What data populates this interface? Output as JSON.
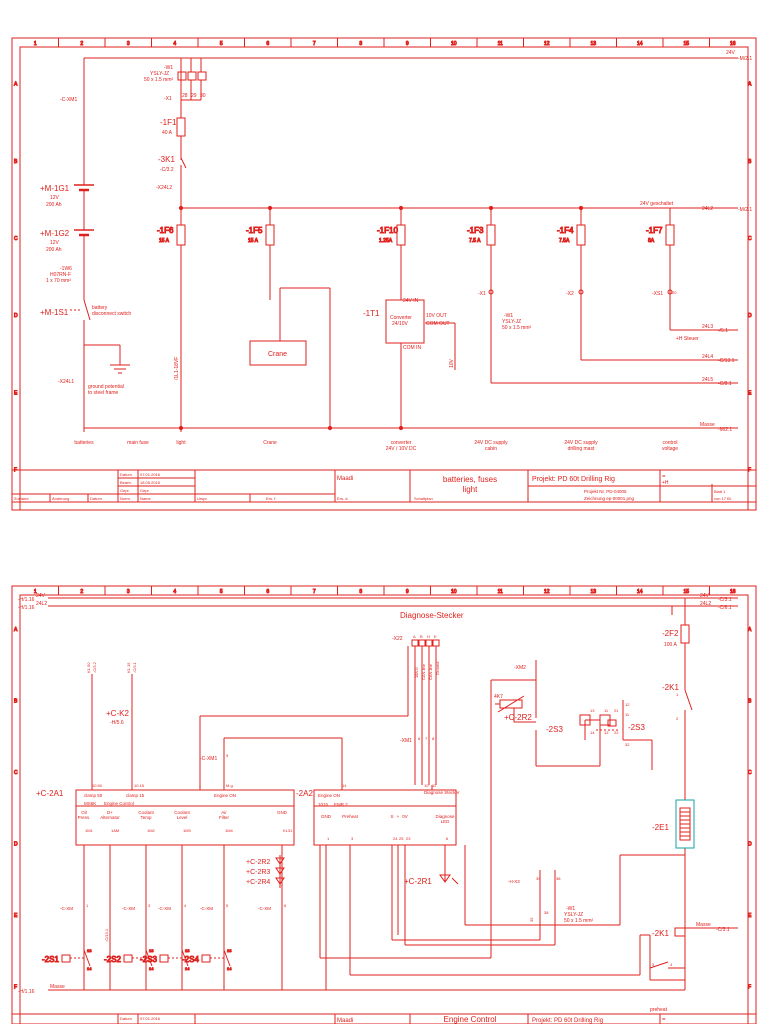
{
  "colors": {
    "line": "#e0201c",
    "paper": "#ffffff",
    "fuse_cyan": "#1aa3a3"
  },
  "frame": {
    "columns": [
      "1",
      "2",
      "3",
      "4",
      "5",
      "6",
      "7",
      "8",
      "9",
      "10",
      "11",
      "12",
      "13",
      "14",
      "15",
      "16"
    ],
    "rows": [
      "A",
      "B",
      "C",
      "D",
      "E",
      "F"
    ]
  },
  "sheet1": {
    "top_right": "24V",
    "ref_top": "-M/2.1",
    "cable_w1": [
      "-W1",
      "YSLY-JZ",
      "50 x 1.5 mm²"
    ],
    "xm1": "-C-XM1",
    "x1": "-X1",
    "x1_terms": [
      "28",
      "29",
      "30"
    ],
    "f1": [
      "-1F1",
      "40 A"
    ],
    "k1": [
      "-3K1",
      "-C/3.2"
    ],
    "x24l2": "-X24L2",
    "g1": [
      "+M-1G1",
      "12V",
      "200 Ah"
    ],
    "g2": [
      "+M-1G2",
      "12V",
      "200 Ah"
    ],
    "w6": [
      "-1W6",
      "H07RN-F",
      "1 x 70 mm²"
    ],
    "s1": "+M-1S1",
    "s1_desc": [
      "battery",
      "disconnect switch"
    ],
    "x24l1": "-X24L1",
    "ground_desc": [
      "ground potential",
      "to steel frame"
    ],
    "fuses": [
      {
        "name": "-1F6",
        "rating": "15 A"
      },
      {
        "name": "-1F5",
        "rating": "15 A"
      },
      {
        "name": "-1F10",
        "rating": "1.25A"
      },
      {
        "name": "-1F3",
        "rating": "7.5 A"
      },
      {
        "name": "-1F4",
        "rating": "7.5A"
      },
      {
        "name": "-1F7",
        "rating": "8A"
      }
    ],
    "geschaltet": "24V geschaltet",
    "ref_24l2": "24L2",
    "ref_24l2_tgt": "-M/2.1",
    "crane": "Crane",
    "converter_id": "-1T1",
    "converter_label": [
      "Converter",
      "24/10V"
    ],
    "conv_pins": [
      "24V IN",
      "10V OUT",
      "COM OUT",
      "COM IN"
    ],
    "light_wire": "/1L1-18VF",
    "v10_wire": "10V",
    "x1b": "-X1",
    "w1b": [
      "-W1",
      "YSLY-JZ",
      "50 x 1.5 mm²"
    ],
    "x2": "-X2",
    "x3": "-XS1",
    "x3_term": "20",
    "ref_24l3": "24L3",
    "ref_24l3_tgt": "-/5.1",
    "steuer": "+H Steuer",
    "ref_24l4": "24L4",
    "ref_24l4_tgt": "-C/13.1",
    "ref_24l5": "24L5",
    "ref_24l5_tgt": "-C/8.1",
    "masse": "Masse",
    "masse_tgt": "-M/2.1",
    "bottom_labels": [
      [
        "batteries"
      ],
      [
        "main fuse"
      ],
      [
        "light"
      ],
      [
        "Crane"
      ],
      [
        "converter",
        "24V / 10V DC"
      ],
      [
        "24V DC supply",
        "cabin"
      ],
      [
        "24V DC supply",
        "drilling mast"
      ],
      [
        "control",
        "voltage"
      ]
    ],
    "tb": {
      "datum_lbl": "Datum",
      "datum": "07.01.2016",
      "bearb_lbl": "Bearb.",
      "bearb": "18.05.2015",
      "gepr_lbl": "Gepr.",
      "gepr": "Gepr",
      "norm_lbl": "Norm",
      "norm": "Name",
      "zustand": "Zustand",
      "aenderung": "Änderung",
      "datum2": "Datum",
      "name": "Name",
      "urspr": "Urspr.",
      "ers_f": "Ers. f.",
      "ers_d": "Ers. d.",
      "company": "Maadi",
      "title": [
        "batteries, fuses",
        "light"
      ],
      "schaltplan": "Schaltplan",
      "project": "Projekt: PD 60t Drilling Rig",
      "projekt_nr": "Projekt Nr. PD-04005",
      "zeichnung": "Zeichnung  ep-00001.png",
      "plus_sign": "=",
      "minus_sign": "+H",
      "blatt": "Blatt 1",
      "von": "von 17 Bl."
    }
  },
  "sheet2": {
    "top_left_refs": [
      "-H/1.16",
      "-H/1.16"
    ],
    "top_left_nets": [
      "24V",
      "24L2"
    ],
    "top_right_refs": [
      "24V",
      "24L2"
    ],
    "top_right_tgts": [
      "-C/3.1",
      "-C/6.1"
    ],
    "stecker": "Diagnose-Stecker",
    "x22": "-X22",
    "x22_terms": [
      "A",
      "B",
      "H",
      "E"
    ],
    "diag_wires": [
      "18/LN",
      "CAN-line",
      "CAN-line",
      "Ground"
    ],
    "f2": [
      "-2F2",
      "100 A"
    ],
    "xm2": "-XM2",
    "k1": "-2K1",
    "k1_pins": [
      "1",
      "2"
    ],
    "k2": [
      "+C-K2",
      "-H/5.6"
    ],
    "k2_refs": [
      "K1.50",
      "-C/3.2",
      "K1.15",
      "-C/3.1"
    ],
    "r2_id": "+C-2R2",
    "r2_val": "4K7",
    "s3_main": "-2S3",
    "s3_main_pins": [
      "13",
      "14",
      "12",
      "11"
    ],
    "s3_b": "-2S3",
    "s3_b_pins": [
      "21",
      "22"
    ],
    "s3_c_pins": [
      "12",
      "11",
      "32"
    ],
    "xm1": "-XM1",
    "xm1_terms": [
      "6",
      "7",
      "8"
    ],
    "xm1b": "-C-XM1",
    "xm1b_term": "9",
    "a1": "+C-2A1",
    "a1_top": [
      "clamp 50",
      "clamp 15",
      "Engine ON"
    ],
    "a1_top_pins": [
      "10.50",
      "10.15",
      "M.g"
    ],
    "a1_model": [
      "MS6K",
      "Engine Control"
    ],
    "a1_inputs": [
      "Oil Press.",
      "D+ Alternator",
      "Coolant Temp",
      "Coolant Level",
      "Air Filter",
      "GND"
    ],
    "a1_pins": [
      "1M1",
      "1AM",
      "1M2",
      "1M3",
      "1M4",
      "KL31"
    ],
    "a2": "-2A2",
    "a2_model": [
      "1015",
      "EMR 2"
    ],
    "a2_top": [
      "Engine ON",
      "Diagnose Stecker"
    ],
    "a2_top_pins": [
      "14",
      "10",
      "11"
    ],
    "a2_bottom": [
      "GND",
      "Preheat",
      "S",
      "+",
      "0V",
      "Diagnose LED"
    ],
    "a2_pins": [
      "1",
      "3",
      "24",
      "25",
      "23",
      "6"
    ],
    "leds": [
      "+C-2R2",
      "+C-2R3",
      "+C-2R4"
    ],
    "r1": "+C-2R1",
    "e1": "-2E1",
    "xm_terms_lower": [
      "-C-XM",
      "-C-XM",
      "-C-XM",
      "-C-XM",
      "-C-XM"
    ],
    "xm_nums_lower": [
      "1",
      "3",
      "4",
      "5",
      "6"
    ],
    "xm_b_terms": [
      "-H-X3",
      "39",
      "38"
    ],
    "w1": [
      "-W1",
      "YSLY-JZ",
      "50 x 1.5 mm²"
    ],
    "w1_terms": [
      "38",
      "35"
    ],
    "ref_c13": "-C/13.1",
    "switches": [
      "-2S1",
      "-2S2",
      "-2S3",
      "-2S4"
    ],
    "switch_pins": [
      "13",
      "14"
    ],
    "k1_bottom": "-2K1",
    "k1_bottom_pins": [
      "3",
      "4"
    ],
    "masse_left_ref": "-H/1.16",
    "masse_left": "Masse",
    "masse_right": "Masse",
    "masse_right_tgt": "-C/3.1",
    "preheat": "preheat",
    "tb": {
      "datum_lbl": "Datum",
      "datum": "07.01.2016",
      "company": "Maadi",
      "title": "Engine Control",
      "project": "Projekt: PD 60t Drilling Rig",
      "plus_sign": "="
    }
  }
}
